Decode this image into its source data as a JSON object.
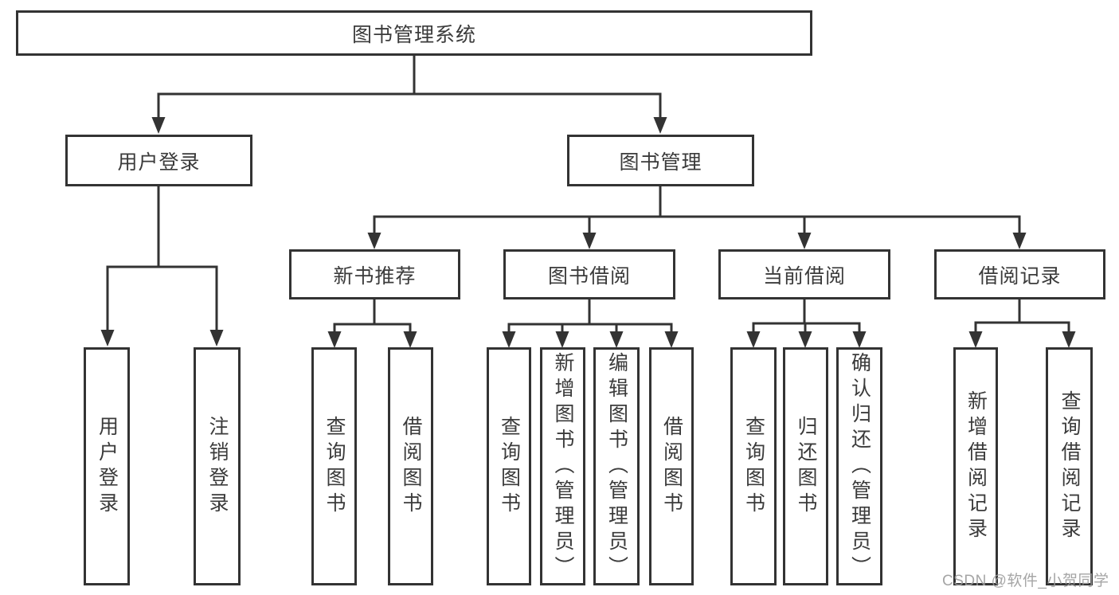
{
  "tree": {
    "root": {
      "label": "图书管理系统"
    },
    "branches": [
      {
        "label": "用户登录",
        "children": [
          {
            "label": "用户登录"
          },
          {
            "label": "注销登录"
          }
        ]
      },
      {
        "label": "图书管理",
        "children": [
          {
            "label": "新书推荐",
            "children": [
              {
                "label": "查询图书"
              },
              {
                "label": "借阅图书"
              }
            ]
          },
          {
            "label": "图书借阅",
            "children": [
              {
                "label": "查询图书"
              },
              {
                "label": "新增图书（管理员）"
              },
              {
                "label": "编辑图书（管理员）"
              },
              {
                "label": "借阅图书"
              }
            ]
          },
          {
            "label": "当前借阅",
            "children": [
              {
                "label": "查询图书"
              },
              {
                "label": "归还图书"
              },
              {
                "label": "确认归还（管理员）"
              }
            ]
          },
          {
            "label": "借阅记录",
            "children": [
              {
                "label": "新增借阅记录"
              },
              {
                "label": "查询借阅记录"
              }
            ]
          }
        ]
      }
    ]
  },
  "watermark": {
    "text": "CSDN @软件_小贺同学"
  },
  "colors": {
    "line": "#333333",
    "border": "#333333",
    "text": "#3b3b3b",
    "watermark": "#9b9b9b",
    "background": "#ffffff"
  }
}
